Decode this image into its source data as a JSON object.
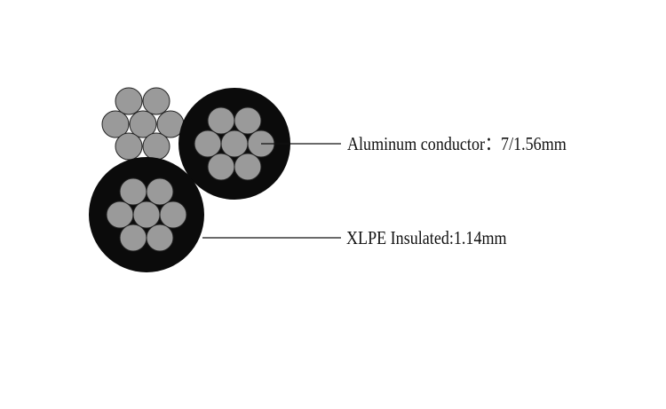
{
  "labels": {
    "conductor": "Aluminum conductor：7/1.56mm",
    "insulation": "XLPE Insulated:1.14mm"
  },
  "colors": {
    "background": "#ffffff",
    "insulation": "#0b0b0b",
    "strand_fill": "#9a9a9a",
    "strand_stroke": "#222222",
    "leader_line": "#111111"
  },
  "components": {
    "bare_messenger": {
      "strand_count": 7
    },
    "insulated_cores": [
      {
        "strand_count": 7
      },
      {
        "strand_count": 7
      }
    ]
  }
}
